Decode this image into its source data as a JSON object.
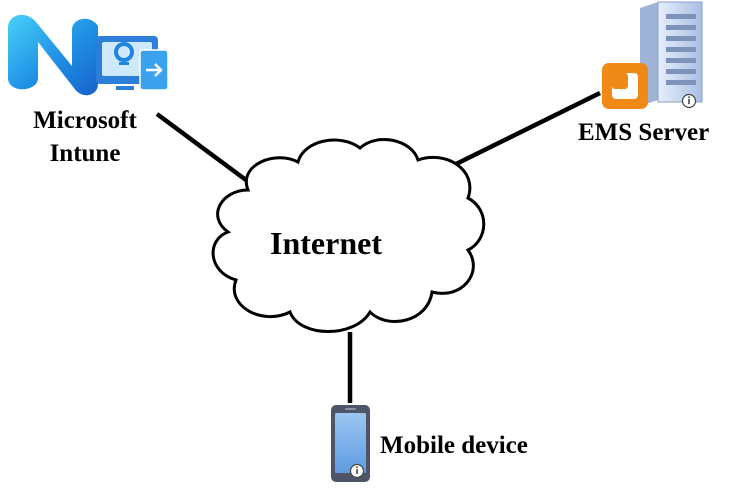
{
  "nodes": {
    "intune": {
      "label_line1": "Microsoft",
      "label_line2": "Intune",
      "icon": "microsoft-intune-icon"
    },
    "ems_server": {
      "label": "EMS Server",
      "icon": "server-icon"
    },
    "internet": {
      "label": "Internet",
      "icon": "cloud-shape"
    },
    "mobile": {
      "label": "Mobile device",
      "icon": "smartphone-icon"
    }
  },
  "edges": [
    {
      "from": "intune",
      "to": "internet"
    },
    {
      "from": "ems_server",
      "to": "internet"
    },
    {
      "from": "internet",
      "to": "mobile"
    }
  ],
  "colors": {
    "intune_blue": "#1e8fe6",
    "intune_light": "#49c5f5",
    "server_face": "#c8d7ee",
    "vmware_orange": "#f08a16",
    "phone_screen": "#7fb2ea",
    "line": "#000000"
  }
}
